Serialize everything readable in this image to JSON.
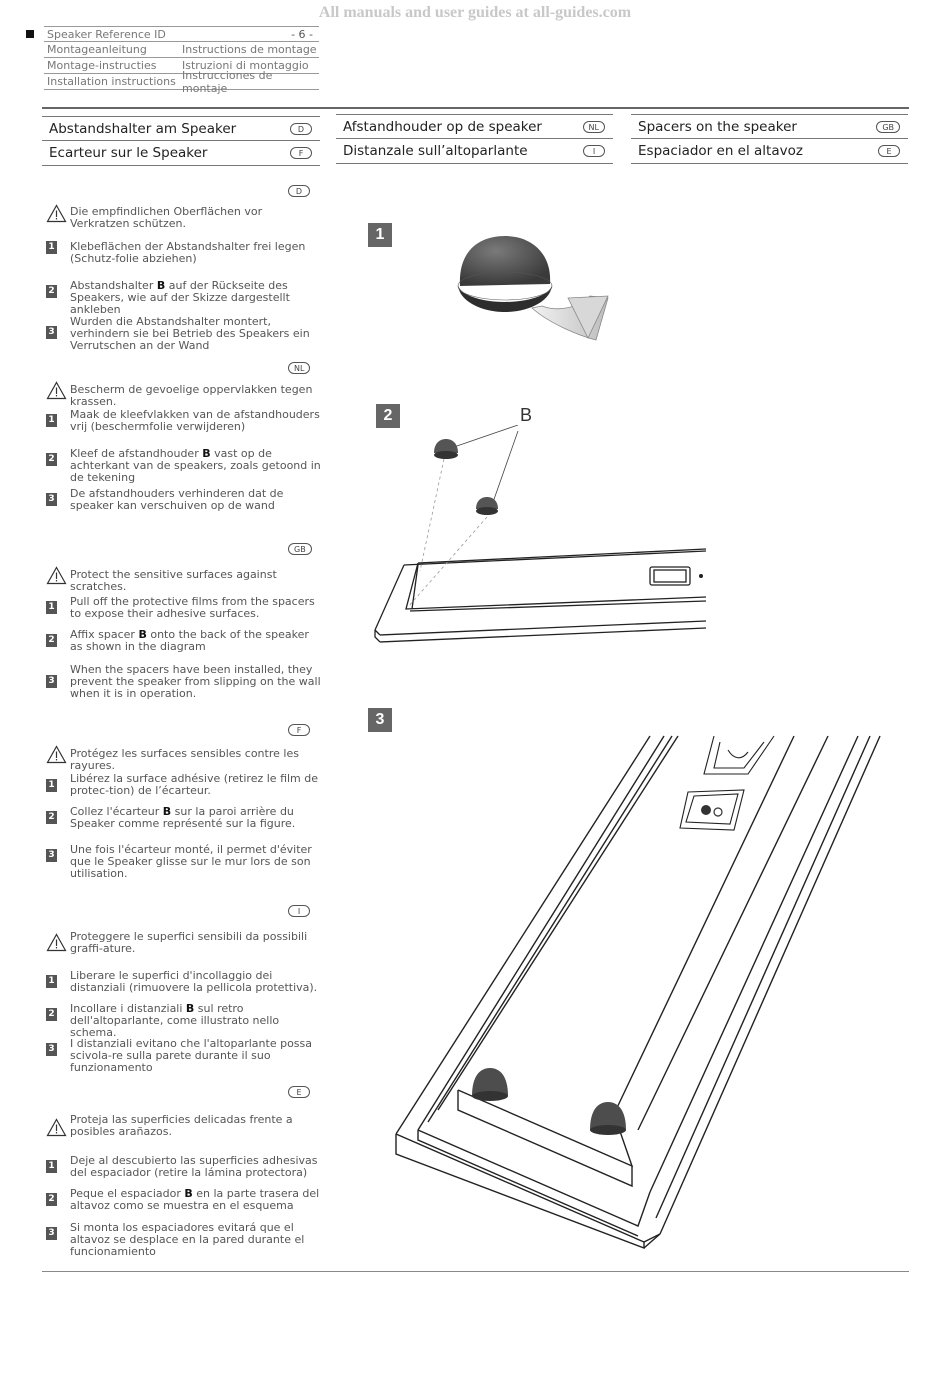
{
  "watermark": "All manuals and user guides at all-guides.com",
  "header": {
    "reference": "Speaker Reference ID",
    "page": "- 6 -",
    "rows": [
      {
        "left": "Montageanleitung",
        "right": "Instructions de montage"
      },
      {
        "left": "Montage-instructies",
        "right": "Istruzioni di montaggio"
      },
      {
        "left": "Installation instructions",
        "right": "Instrucciones de montaje"
      }
    ]
  },
  "titles": {
    "col1": [
      {
        "text": "Abstandshalter am Speaker",
        "lang": "D"
      },
      {
        "text": "Ecarteur sur le Speaker",
        "lang": "F"
      }
    ],
    "col2": [
      {
        "text": "Afstandhouder op de speaker",
        "lang": "NL"
      },
      {
        "text": "Distanzale sull’altoparlante",
        "lang": "I"
      }
    ],
    "col3": [
      {
        "text": "Spacers on the speaker",
        "lang": "GB"
      },
      {
        "text": "Espaciador en el altavoz",
        "lang": "E"
      }
    ]
  },
  "sections": [
    {
      "lang": "D",
      "warning": "Die empfindlichen Oberflächen vor Verkratzen schützen.",
      "steps": [
        {
          "num": "1",
          "pre": "Klebeflächen der Abstandshalter frei legen (Schutz-folie abziehen)",
          "bold": "",
          "post": ""
        },
        {
          "num": "2",
          "pre": "Abstandshalter ",
          "bold": "B",
          "post": " auf der Rückseite des Speakers, wie auf der Skizze dargestellt ankleben"
        },
        {
          "num": "3",
          "pre": "Wurden die Abstandshalter montert, verhindern sie bei Betrieb des Speakers ein Verrutschen an der Wand",
          "bold": "",
          "post": ""
        }
      ]
    },
    {
      "lang": "NL",
      "warning": "Bescherm de gevoelige oppervlakken tegen krassen.",
      "steps": [
        {
          "num": "1",
          "pre": "Maak de kleefvlakken van de afstandhouders vrij (beschermfolie verwijderen)",
          "bold": "",
          "post": ""
        },
        {
          "num": "2",
          "pre": "Kleef de afstandhouder ",
          "bold": "B",
          "post": " vast op de achterkant van de speakers, zoals getoond in de tekening"
        },
        {
          "num": "3",
          "pre": "De afstandhouders verhinderen dat de speaker kan verschuiven op de wand",
          "bold": "",
          "post": ""
        }
      ]
    },
    {
      "lang": "GB",
      "warning": "Protect the sensitive surfaces against scratches.",
      "steps": [
        {
          "num": "1",
          "pre": "Pull off the protective films from the spacers to expose their adhesive surfaces.",
          "bold": "",
          "post": ""
        },
        {
          "num": "2",
          "pre": "Affix spacer ",
          "bold": "B",
          "post": " onto the back of the speaker as shown in the diagram"
        },
        {
          "num": "3",
          "pre": "When the spacers have been installed, they prevent the speaker from slipping on the wall when it is in operation.",
          "bold": "",
          "post": ""
        }
      ]
    },
    {
      "lang": "F",
      "warning": "Protégez les surfaces sensibles contre les rayures.",
      "steps": [
        {
          "num": "1",
          "pre": "Libérez la surface adhésive (retirez le film de protec-tion) de l’écarteur.",
          "bold": "",
          "post": ""
        },
        {
          "num": "2",
          "pre": "Collez l'écarteur ",
          "bold": "B",
          "post": " sur la paroi arrière du Speaker comme représenté sur la figure."
        },
        {
          "num": "3",
          "pre": "Une fois l'écarteur monté, il permet d'éviter que le Speaker glisse sur le mur lors de son utilisation.",
          "bold": "",
          "post": ""
        }
      ]
    },
    {
      "lang": "I",
      "warning": "Proteggere le superfici sensibili da possibili graffi-ature.",
      "steps": [
        {
          "num": "1",
          "pre": "Liberare le superfici d'incollaggio dei distanziali (rimuovere la pellicola protettiva).",
          "bold": "",
          "post": ""
        },
        {
          "num": "2",
          "pre": "Incollare i distanziali ",
          "bold": "B",
          "post": " sul retro dell'altoparlante, come illustrato nello schema."
        },
        {
          "num": "3",
          "pre": "I distanziali evitano che l'altoparlante possa scivola-re sulla parete durante il suo funzionamento",
          "bold": "",
          "post": ""
        }
      ]
    },
    {
      "lang": "E",
      "warning": "Proteja las superficies delicadas frente a posibles arañazos.",
      "steps": [
        {
          "num": "1",
          "pre": "Deje al descubierto las superficies adhesivas del espaciador (retire la lámina protectora)",
          "bold": "",
          "post": ""
        },
        {
          "num": "2",
          "pre": "Peque el espaciador ",
          "bold": "B",
          "post": " en la parte trasera del altavoz como se muestra en el esquema"
        },
        {
          "num": "3",
          "pre": "Si monta los espaciadores evitará que el altavoz se desplace en la pared durante el funcionamiento",
          "bold": "",
          "post": ""
        }
      ]
    }
  ],
  "figures": {
    "fig1": "1",
    "fig2": "2",
    "fig3": "3",
    "label_b": "B"
  }
}
